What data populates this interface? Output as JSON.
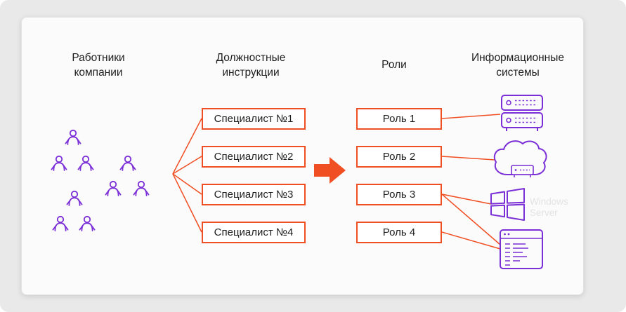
{
  "headers": {
    "employees": "Работники компании",
    "job_descriptions": "Должностные инструкции",
    "roles": "Роли",
    "info_systems": "Информационные системы"
  },
  "specialists": [
    "Специалист №1",
    "Специалист №2",
    "Специалист №3",
    "Специалист №4"
  ],
  "roles": [
    "Роль 1",
    "Роль 2",
    "Роль 3",
    "Роль 4"
  ],
  "labels": {
    "windows_server": "Windows Server"
  },
  "icons": {
    "people": "employee-group-icon",
    "arrow": "arrow-right-icon",
    "servers": "server-stack-icon",
    "cloud": "cloud-server-icon",
    "windows": "windows-logo-icon",
    "code": "code-window-icon"
  },
  "colors": {
    "accent_orange": "#F04E23",
    "accent_purple": "#7B2FD6",
    "card_background": "#FBFBFB",
    "page_background": "#E9E9E9",
    "windows_text": "#E3E3E3"
  }
}
